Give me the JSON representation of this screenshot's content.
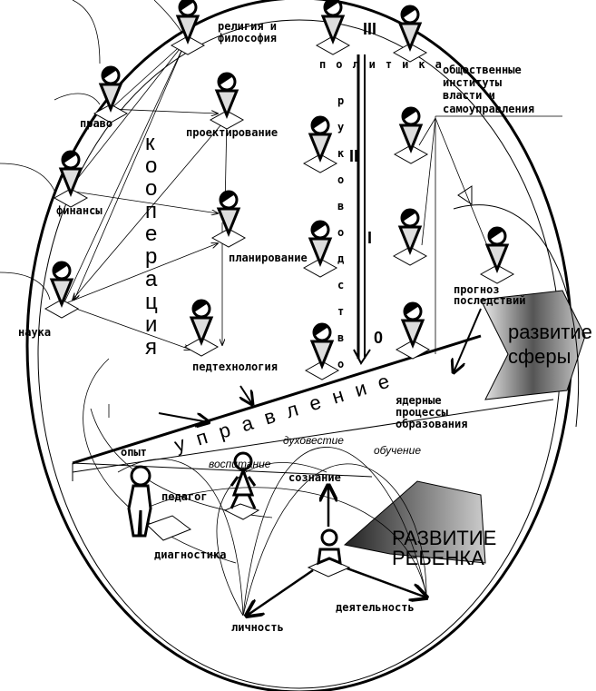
{
  "labels": {
    "religion_1": "религия и",
    "religion_2": "философия",
    "politics": "политика",
    "institutions": [
      "общественные",
      "институты",
      "власти и",
      "самоуправления"
    ],
    "law": "право",
    "design": "проектирование",
    "finance": "финансы",
    "planning": "планирование",
    "science": "наука",
    "pedtech": "педтехнология",
    "forecast_1": "прогноз",
    "forecast_2": "последствий",
    "nuclear": [
      "ядерные",
      "процессы",
      "образования"
    ],
    "experience": "опыт",
    "spirituality": "духовестие",
    "upbringing": "воспитание",
    "learning": "обучение",
    "consciousness": "сознание",
    "teacher": "педагог",
    "diagnostics": "диагностика",
    "activity": "деятельность",
    "personality": "личность"
  },
  "vertical": {
    "cooperation": "кооперация",
    "leadership": "руководство"
  },
  "management": "управление",
  "levels": {
    "iii": "III",
    "ii": "II",
    "i": "I",
    "zero": "0"
  },
  "sphere_development": [
    "развитие",
    "сферы"
  ],
  "child_development": [
    "РАЗВИТИЕ",
    "РЕБЕНКА"
  ]
}
